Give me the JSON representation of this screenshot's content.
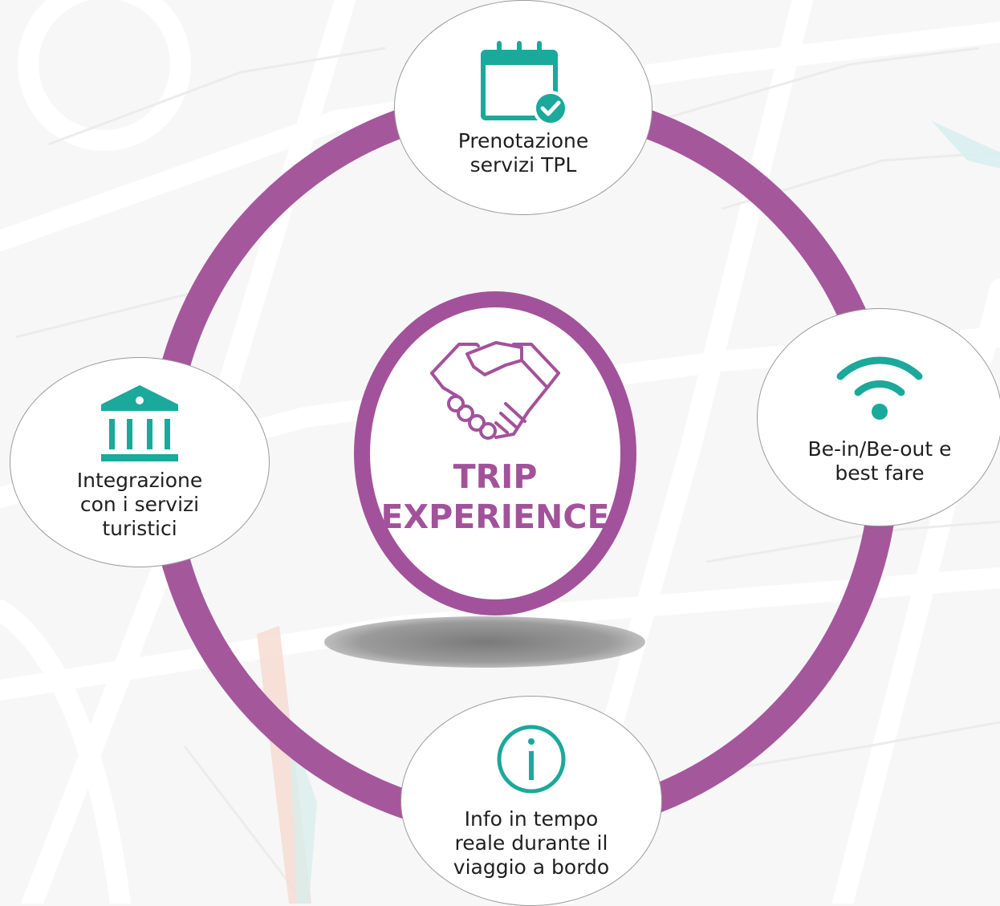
{
  "colors": {
    "ring": "#a5579c",
    "accent": "#1aa99a",
    "hub": "#a2529a",
    "text": "#1f1f1f"
  },
  "hub": {
    "title": "TRIP\nEXPERIENCE",
    "icon": "handshake-icon"
  },
  "nodes": {
    "top": {
      "label": "Prenotazione\nservizi TPL",
      "icon": "calendar-check-icon"
    },
    "right": {
      "label": "Be-in/Be-out e\nbest fare",
      "icon": "wifi-icon"
    },
    "bottom": {
      "label": "Info in tempo\nreale durante il\nviaggio a bordo",
      "icon": "info-icon"
    },
    "left": {
      "label": "Integrazione\ncon i servizi\nturistici",
      "icon": "bank-icon"
    }
  }
}
